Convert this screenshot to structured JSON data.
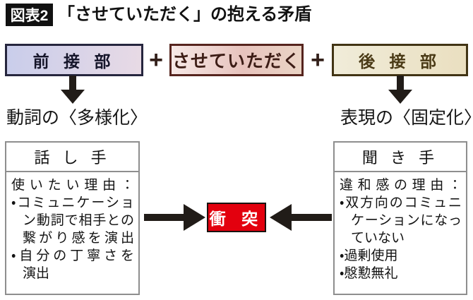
{
  "figure": {
    "label": "図表2",
    "title": "「させていただく」の抱える矛盾"
  },
  "formula": {
    "front": "前 接 部",
    "plus_1": "+",
    "core": "させていただく",
    "plus_2": "+",
    "back": "後 接 部"
  },
  "annotations": {
    "front_result": "動詞の〈多様化〉",
    "back_result": "表現の〈固定化〉"
  },
  "speaker": {
    "title": "話 し 手",
    "lines": [
      "使いたい理由：",
      "・コミュニケーショ",
      "ン動詞で相手との",
      "繋がり感を演出",
      "・自分の丁寧さを",
      "演出"
    ]
  },
  "listener": {
    "title": "聞 き 手",
    "lines": [
      "違和感の理由：",
      "・双方向のコミュニ",
      "ケーションになっ",
      "ていない",
      "・過剰使用",
      "・慇懃無礼"
    ]
  },
  "collision": {
    "label": "衝 突"
  },
  "colors": {
    "collision-red": "#e3000e",
    "arrow-black": "#211c18",
    "front-border": "#26263e",
    "core-border": "#56241e",
    "back-border": "#413414",
    "panel-border": "#8e8e8e",
    "title-bar-bg": "#111111"
  }
}
